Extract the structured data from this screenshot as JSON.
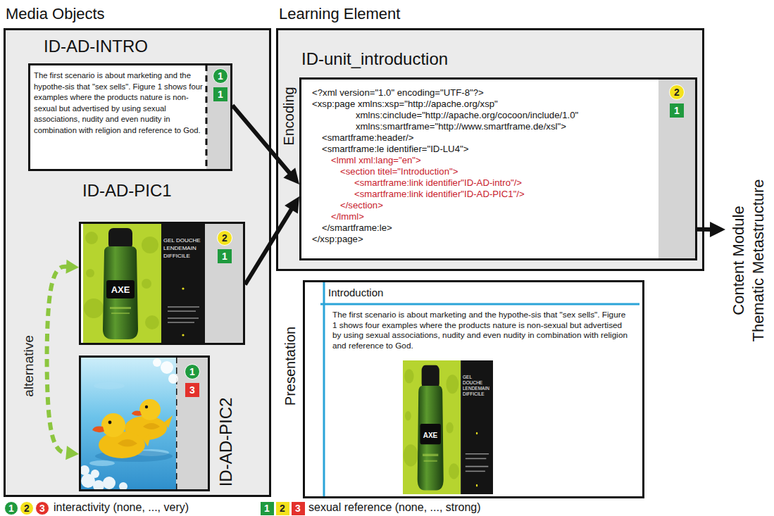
{
  "diagram": {
    "nodes": [
      {
        "text": [
          "Media Objects"
        ]
      },
      {
        "text": [
          "ID-AD-INTRO",
          "The first scenario is about marketing and the hypothe-sis that \"sex sells\". Figure 1 shows four examples where the products nature is non-sexual but advertised by using sexual associations, nudity and even nudity in combination with religion and reference to God."
        ],
        "in": 0
      },
      {
        "text": [
          "ID-AD-PIC1"
        ],
        "in": 0
      },
      {
        "text": [
          "ID-AD-PIC2"
        ],
        "in": 0
      },
      {
        "text": [
          "Learning Element"
        ]
      },
      {
        "text": [
          "ID-unit_introduction",
          "<?xml version=\"1.0\" encoding=\"UTF-8\"?>",
          "<xsp:page xmlns:xsp=\"http://apache.org/xsp\"",
          "xmlns:cinclude=\"http://apache.org/cocoon/include/1.0\"",
          "xmlns:smartframe=\"http://www.smartframe.de/xsl\">",
          "<smartframe:header/>",
          "<smartframe:le identifier=\"ID-LU4\">",
          "<lmml xml:lang=\"en\">",
          "<section titel=\"Introduction\">",
          "<smartframe:link identifier\"ID-AD-intro\"/>",
          "<smartframe:link identifier\"ID-AD-PIC1\"/>",
          "</section>",
          "</lmml>",
          "</smartframe:le>",
          "</xsp:page>"
        ],
        "in": 4
      },
      {
        "text": [
          "Introduction",
          "The first scenario is about marketing and the hypothe-sis that \"sex sells\". Figure 1 shows four examples where the products nature is non-sexual but advertised by using sexual associations, nudity and even nudity in combination with religion and reference to God."
        ]
      },
      {
        "text": [
          "Content Module",
          "Thematic Metastructure"
        ]
      }
    ],
    "edges": [
      {
        "from": 1,
        "to": 5,
        "arrow": "to"
      },
      {
        "from": 2,
        "to": 5,
        "arrow": "to"
      },
      {
        "from": 5,
        "to": 7,
        "arrow": "to"
      },
      {
        "from": 2,
        "to": 3,
        "arrow": "both",
        "label": "alternative"
      }
    ],
    "labels": [
      "1",
      "1",
      "2",
      "1",
      "AXE",
      "GEL DOUCHE LENDEMAIN DIFFICILE",
      "1",
      "3",
      "Encoding",
      "2",
      "1",
      "Presentation",
      "AXE",
      "GEL DOUCHE LENDEMAIN DIFFICILE",
      "1",
      "2",
      "3",
      "1",
      "2",
      "3"
    ],
    "legend": [
      {
        "text": "interactivity (none, ..., very)"
      },
      {
        "text": "sexual reference (none, ..., strong)"
      }
    ]
  }
}
